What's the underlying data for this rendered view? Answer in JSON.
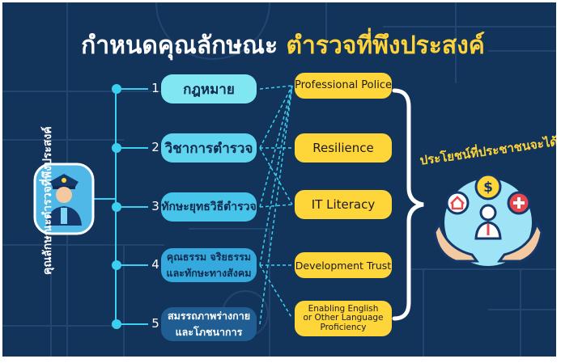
{
  "title": {
    "main": "กำหนดคุณลักษณะ",
    "highlight": "ตำรวจที่พึงประสงค์"
  },
  "left_label": "คุณลักษณะตำรวจที่พึงประสงค์",
  "items": [
    {
      "number": "1",
      "lines": [
        "กฎหมาย"
      ]
    },
    {
      "number": "2",
      "lines": [
        "วิชาการตำรวจ"
      ]
    },
    {
      "number": "3",
      "lines": [
        "ทักษะยุทธวิธีตำรวจ"
      ]
    },
    {
      "number": "4",
      "lines": [
        "คุณธรรม จริยธรรม",
        "และทักษะทางสังคม"
      ]
    },
    {
      "number": "5",
      "lines": [
        "สมรรถภาพร่างกาย",
        "และโภชนาการ"
      ]
    }
  ],
  "outcomes": [
    {
      "lines": [
        "Professional Police"
      ]
    },
    {
      "lines": [
        "Resilience"
      ]
    },
    {
      "lines": [
        "IT Literacy"
      ]
    },
    {
      "lines": [
        "Development Trust"
      ]
    },
    {
      "lines": [
        "Enabling English",
        "or Other Language",
        "Proficiency"
      ]
    }
  ],
  "benefit_label": "ประโยชน์ที่ประชาชนจะได้รับ",
  "icons": [
    "police-officer-icon",
    "house-icon",
    "dollar-coin-icon",
    "medical-cross-icon",
    "person-icon",
    "hands-icon"
  ],
  "colors": {
    "background": "#12335a",
    "accent_cyan": "#3cd0f0",
    "yellow": "#ffd63a",
    "white": "#ffffff"
  }
}
